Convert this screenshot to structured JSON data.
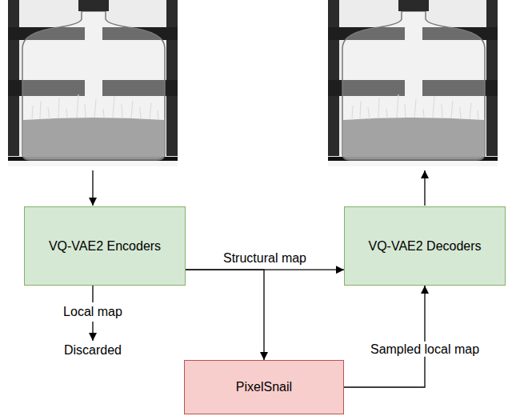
{
  "diagram": {
    "nodes": [
      {
        "text": [
          "VQ-VAE2 Encoders"
        ]
      },
      {
        "text": [
          "VQ-VAE2 Decoders"
        ]
      },
      {
        "text": [
          "PixelSnail"
        ]
      }
    ],
    "edges": [
      {
        "from": 0,
        "to": 1,
        "label": "Structural map",
        "arrow": "to"
      },
      {
        "from": 0,
        "to": 2,
        "arrow": "to"
      },
      {
        "from": 2,
        "to": 1,
        "label": "Sampled local map",
        "arrow": "to"
      }
    ],
    "labels": [
      "Local map",
      "Discarded"
    ]
  }
}
